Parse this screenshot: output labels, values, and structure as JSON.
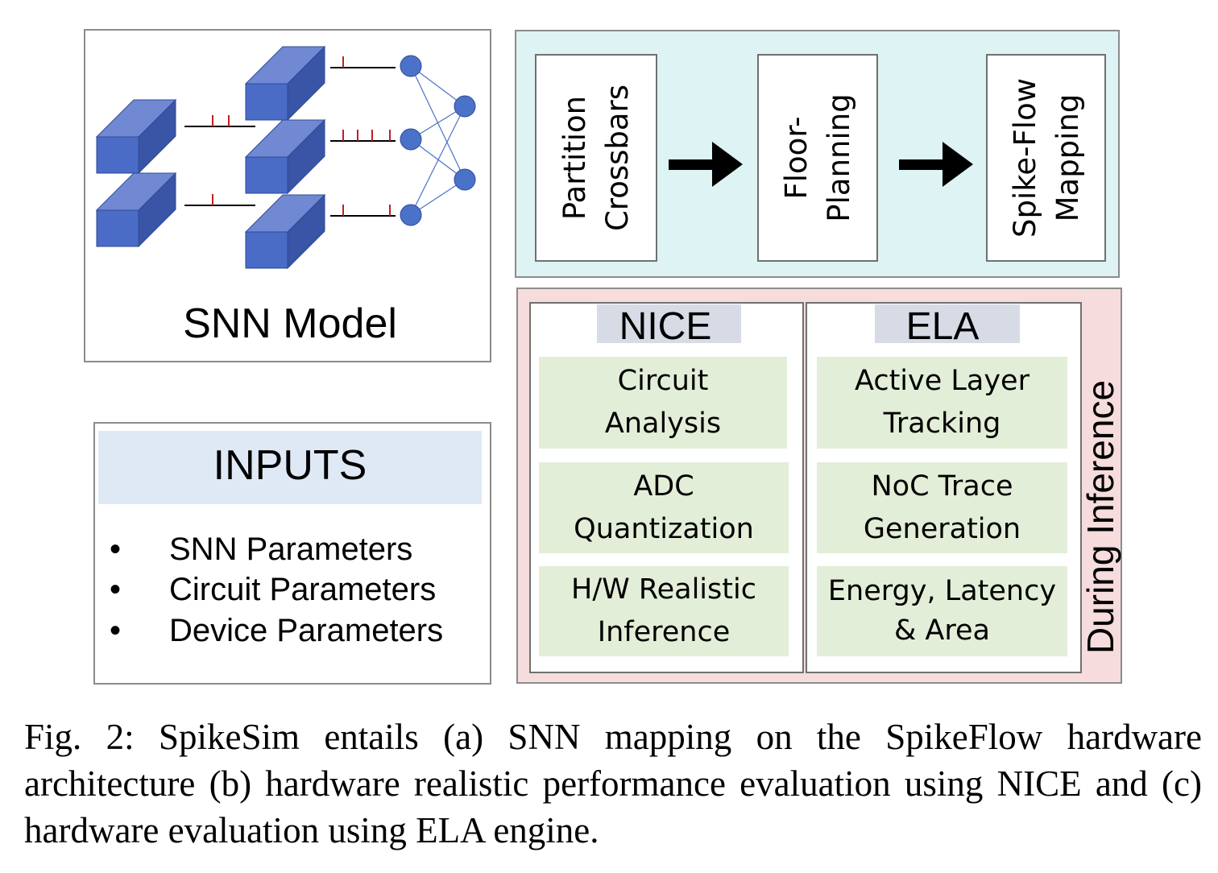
{
  "snn_model": {
    "label": "SNN Model"
  },
  "inputs": {
    "title": "INPUTS",
    "bullet": "•",
    "items": [
      "SNN Parameters",
      "Circuit Parameters",
      "Device Parameters"
    ]
  },
  "flow": {
    "steps": [
      {
        "lines": [
          "Partition",
          "Crossbars"
        ]
      },
      {
        "lines": [
          "Floor-",
          "Planning"
        ]
      },
      {
        "lines": [
          "Spike-Flow",
          "Mapping"
        ]
      }
    ]
  },
  "inference": {
    "side_label": "During Inference",
    "engines": [
      {
        "title": "NICE",
        "modules": [
          [
            "Circuit",
            "Analysis"
          ],
          [
            "ADC",
            "Quantization"
          ],
          [
            "H/W Realistic",
            "Inference"
          ]
        ]
      },
      {
        "title": "ELA",
        "modules": [
          [
            "Active Layer",
            "Tracking"
          ],
          [
            "NoC Trace",
            "Generation"
          ],
          [
            "Energy, Latency",
            "& Area"
          ]
        ]
      }
    ]
  },
  "caption": "Fig. 2: SpikeSim entails (a) SNN mapping on the SpikeFlow hardware architecture (b) hardware realistic performance evaluation using NICE and (c) hardware evaluation using ELA engine.",
  "colors": {
    "cube_front": "#4a6cc6",
    "cube_top": "#7189d3",
    "cube_side": "#3a54a6",
    "neuron": "#4a72c8",
    "spike": "#c02020",
    "flow_bg": "#def3f3",
    "inference_bg": "#f6dcdc",
    "module_bg": "#e3eed8",
    "inputs_header_bg": "#dfe9f5"
  }
}
